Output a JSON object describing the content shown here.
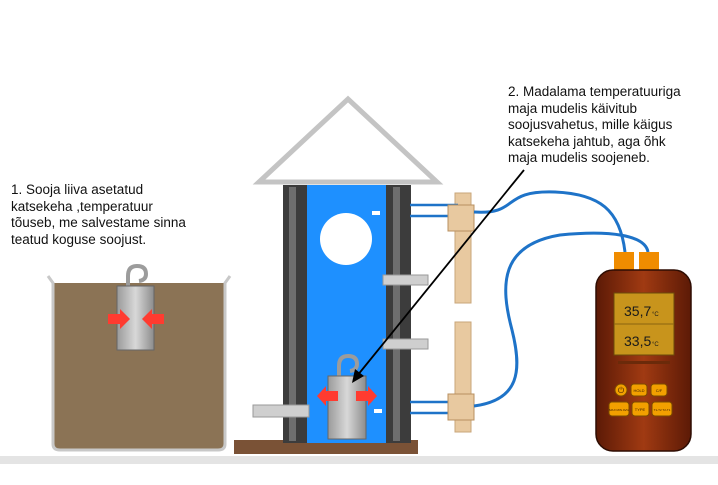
{
  "captions": {
    "step1": "1. Sooja liiva asetatud\nkatsekeha ,temperatuur\ntõuseb, me salvestame sinna\nteatud koguse soojust.",
    "step2": "2. Madalama temperatuuriga\nmaja mudelis käivitub\nsoojusvahetus, mille käigus\nkatsekeha jahtub, aga õhk\nmaja mudelis soojeneb."
  },
  "thermometer": {
    "reading_top": "35,7",
    "reading_bottom": "33,5",
    "unit": "°C",
    "buttons": [
      "HOLD",
      "C/F",
      "MAX MIN AVG",
      "TYPE",
      "T1-T2 T2-T1"
    ]
  },
  "colors": {
    "sand": "#8b7355",
    "house_interior": "#1e90ff",
    "wall": "#3c3c3c",
    "arrow": "#ff3b30",
    "thermometer_body": "#8b2a10",
    "connector": "#f08c00",
    "probe_wire": "#1e73c8"
  }
}
